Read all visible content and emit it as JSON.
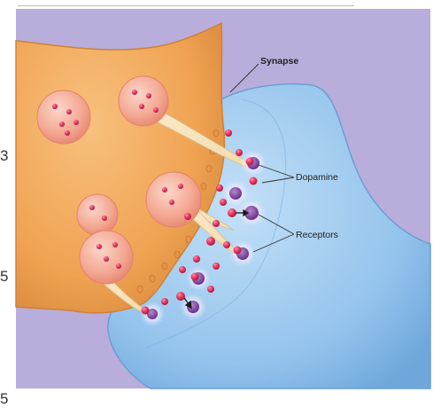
{
  "labels": {
    "synapse": "Synapse",
    "dopamine": "Dopamine",
    "receptors": "Receptors"
  },
  "margin_numbers": [
    "3",
    "5",
    "5"
  ],
  "colors": {
    "background": "#b9addb",
    "presynaptic": "#f0a659",
    "postsynaptic": "#9cc8ee",
    "vesicle": "#f2aa98",
    "dopamine": "#e8325f",
    "receptor": "#7a3e9a"
  }
}
